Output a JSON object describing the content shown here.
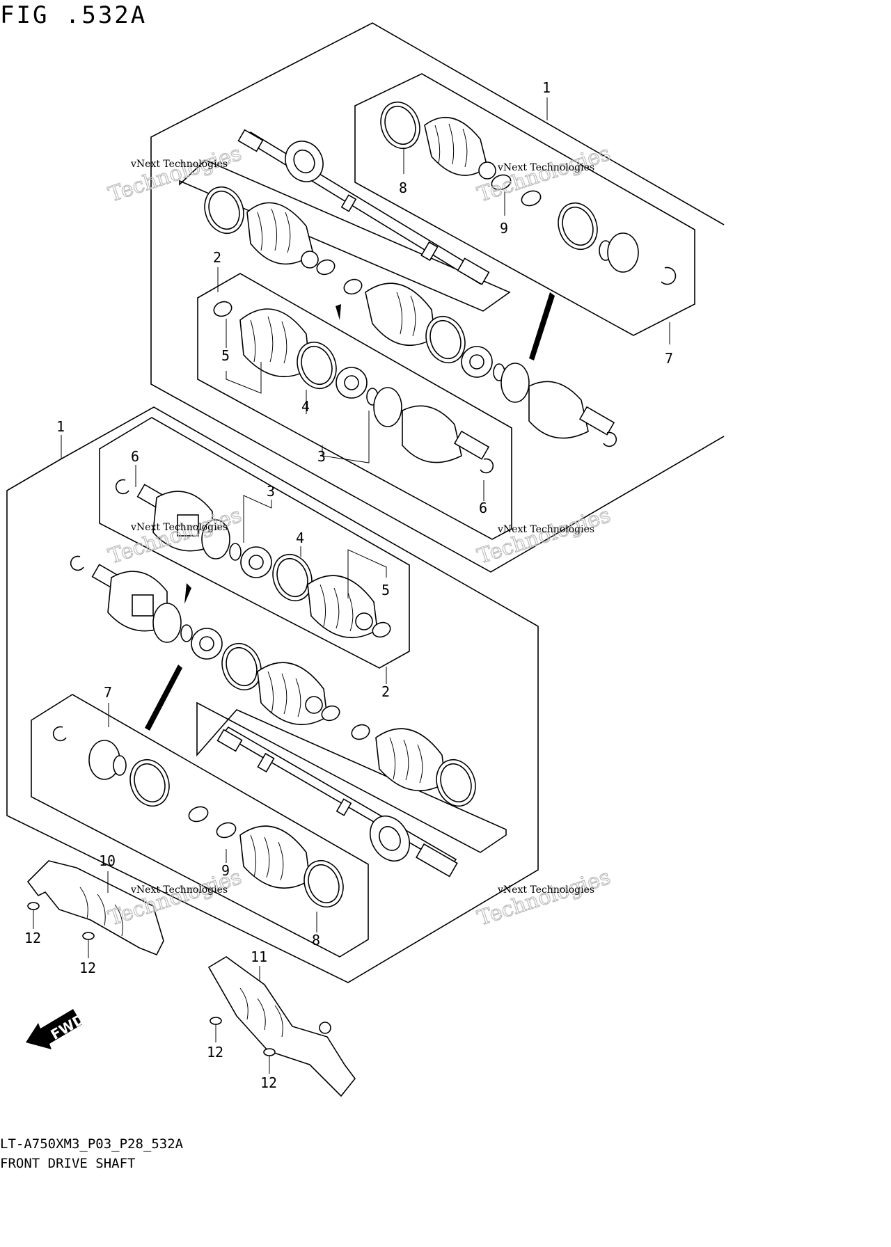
{
  "figure": {
    "title": "FIG .532A",
    "code": "LT-A750XM3_P03_P28_532A",
    "caption": "FRONT DRIVE SHAFT"
  },
  "callouts": {
    "upper_1": "1",
    "upper_2": "2",
    "upper_3": "3",
    "upper_4": "4",
    "upper_5": "5",
    "upper_6": "6",
    "upper_7": "7",
    "upper_8": "8",
    "upper_9": "9",
    "lower_1": "1",
    "lower_2": "2",
    "lower_3": "3",
    "lower_4": "4",
    "lower_5": "5",
    "lower_6": "6",
    "lower_7": "7",
    "lower_8": "8",
    "lower_9": "9",
    "part_10": "10",
    "part_11": "11",
    "bolt_a": "12",
    "bolt_b": "12",
    "bolt_c": "12",
    "bolt_d": "12"
  },
  "watermark": {
    "line1": "vNext Technologies",
    "line2": "Technologies"
  },
  "fwd_label": "FWD"
}
